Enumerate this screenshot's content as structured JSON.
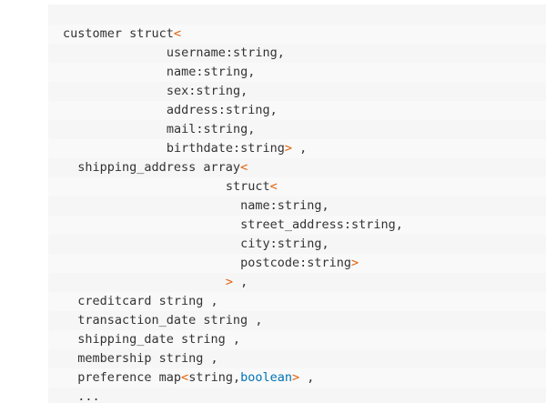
{
  "code_lines": [
    {
      "indent": 1,
      "segments": [
        {
          "text": "customer struct"
        },
        {
          "text": "<",
          "cls": "bk"
        }
      ]
    },
    {
      "indent": 8,
      "segments": [
        {
          "text": "username:string,"
        }
      ]
    },
    {
      "indent": 8,
      "segments": [
        {
          "text": "name:string,"
        }
      ]
    },
    {
      "indent": 8,
      "segments": [
        {
          "text": "sex:string,"
        }
      ]
    },
    {
      "indent": 8,
      "segments": [
        {
          "text": "address:string,"
        }
      ]
    },
    {
      "indent": 8,
      "segments": [
        {
          "text": "mail:string,"
        }
      ]
    },
    {
      "indent": 8,
      "segments": [
        {
          "text": "birthdate:string"
        },
        {
          "text": ">",
          "cls": "bk"
        },
        {
          "text": " ,"
        }
      ]
    },
    {
      "indent": 2,
      "segments": [
        {
          "text": "shipping_address array"
        },
        {
          "text": "<",
          "cls": "bk"
        }
      ]
    },
    {
      "indent": 12,
      "segments": [
        {
          "text": "struct"
        },
        {
          "text": "<",
          "cls": "bk"
        }
      ]
    },
    {
      "indent": 13,
      "segments": [
        {
          "text": "name:string,"
        }
      ]
    },
    {
      "indent": 13,
      "segments": [
        {
          "text": "street_address:string,"
        }
      ]
    },
    {
      "indent": 13,
      "segments": [
        {
          "text": "city:string,"
        }
      ]
    },
    {
      "indent": 13,
      "segments": [
        {
          "text": "postcode:string"
        },
        {
          "text": ">",
          "cls": "bk"
        }
      ]
    },
    {
      "indent": 12,
      "segments": [
        {
          "text": ">",
          "cls": "bk"
        },
        {
          "text": " ,"
        }
      ]
    },
    {
      "indent": 2,
      "segments": [
        {
          "text": "creditcard string ,"
        }
      ]
    },
    {
      "indent": 2,
      "segments": [
        {
          "text": "transaction_date string ,"
        }
      ]
    },
    {
      "indent": 2,
      "segments": [
        {
          "text": "shipping_date string ,"
        }
      ]
    },
    {
      "indent": 2,
      "segments": [
        {
          "text": "membership string ,"
        }
      ]
    },
    {
      "indent": 2,
      "segments": [
        {
          "text": "preference map"
        },
        {
          "text": "<",
          "cls": "bk"
        },
        {
          "text": "string,"
        },
        {
          "text": "boolean",
          "cls": "kw-blue"
        },
        {
          "text": ">",
          "cls": "bk"
        },
        {
          "text": " ,"
        }
      ]
    },
    {
      "indent": 2,
      "segments": [
        {
          "text": "..."
        }
      ]
    }
  ]
}
